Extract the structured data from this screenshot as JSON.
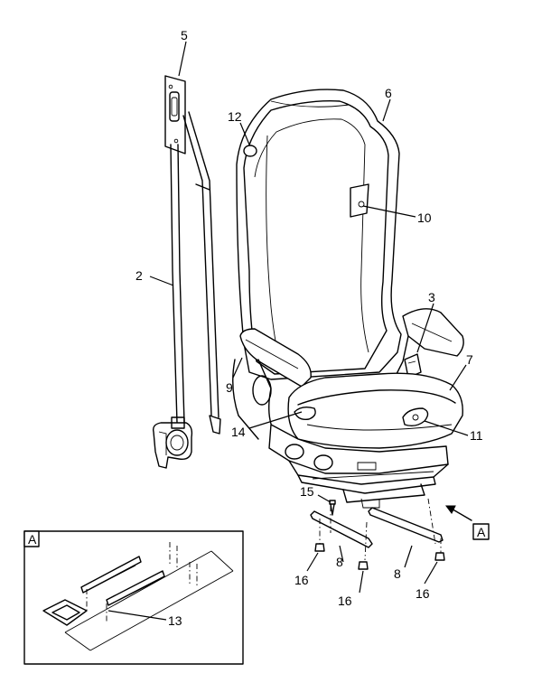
{
  "callouts": {
    "c2": "2",
    "c3": "3",
    "c5": "5",
    "c6": "6",
    "c7": "7",
    "c8a": "8",
    "c8b": "8",
    "c9": "9",
    "c10": "10",
    "c11": "11",
    "c12": "12",
    "c13": "13",
    "c14": "14",
    "c15": "15",
    "c16a": "16",
    "c16b": "16",
    "c16c": "16"
  },
  "view_flag": "A",
  "inset_flag": "A"
}
